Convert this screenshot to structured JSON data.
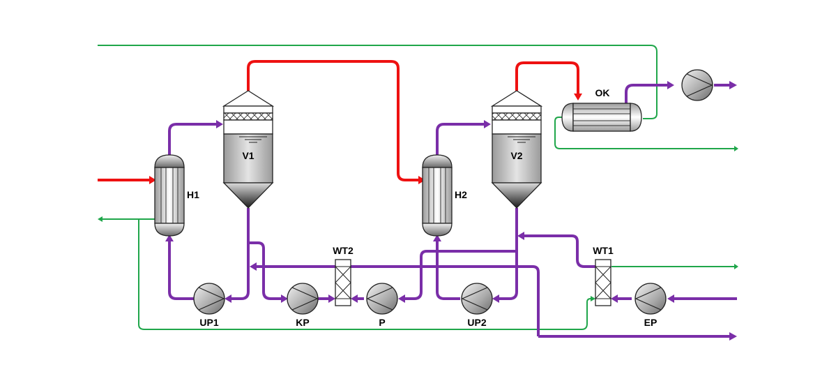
{
  "labels": {
    "v1": "V1",
    "v2": "V2",
    "h1": "H1",
    "h2": "H2",
    "ok": "OK",
    "wt1": "WT1",
    "wt2": "WT2",
    "up1": "UP1",
    "up2": "UP2",
    "kp": "KP",
    "p": "P",
    "ep": "EP"
  },
  "colors": {
    "steam": "#ee1111",
    "product": "#7a2ea8",
    "water": "#1fa64a",
    "equipment_stroke": "#222222"
  }
}
